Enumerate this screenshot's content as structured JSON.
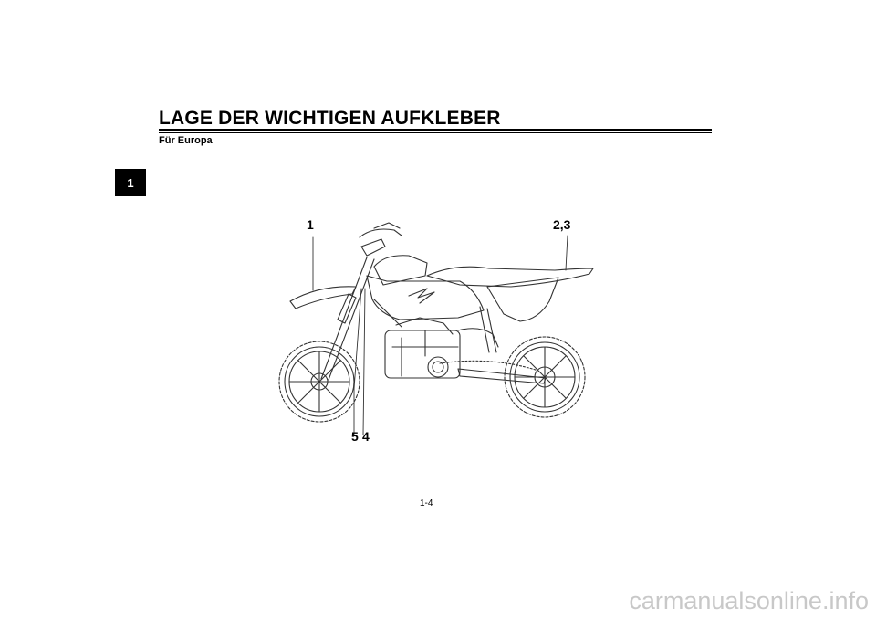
{
  "chapter_tab": "1",
  "page": {
    "title": "LAGE DER WICHTIGEN AUFKLEBER",
    "subtitle": "Für Europa",
    "number": "1-4"
  },
  "figure": {
    "callouts": {
      "label_1": "1",
      "label_23": "2,3",
      "label_5": "5",
      "label_4": "4"
    },
    "line_color": "#333333"
  },
  "watermark": "carmanualsonline.info"
}
